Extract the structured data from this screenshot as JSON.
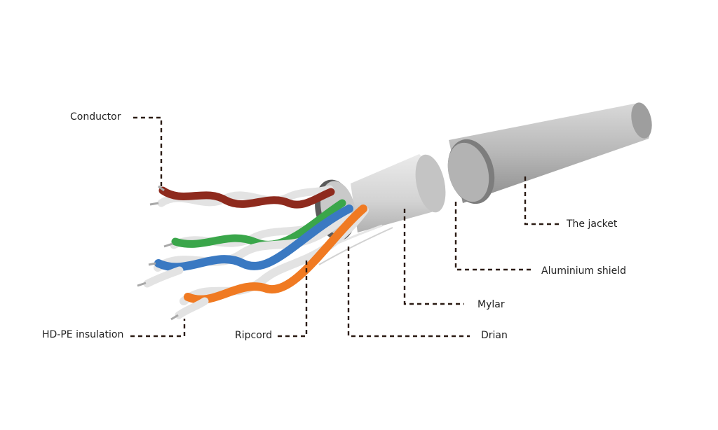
{
  "labels": {
    "conductor": "Conductor",
    "hdpe_insulation": "HD-PE insulation",
    "ripcord": "Ripcord",
    "drian": "Drian",
    "mylar": "Mylar",
    "aluminium_shield": "Aluminium shield",
    "the_jacket": "The jacket"
  },
  "colors": {
    "jacket": "#b9b9b9",
    "shield": "#8f8f8f",
    "mylar": "#d6d6d6",
    "pair_brown": "#8e2a1d",
    "pair_green": "#3aa64a",
    "pair_blue": "#3a79c2",
    "pair_orange": "#f07a22",
    "white_wire": "#e3e3e3",
    "leader_line": "#2a1a12"
  }
}
